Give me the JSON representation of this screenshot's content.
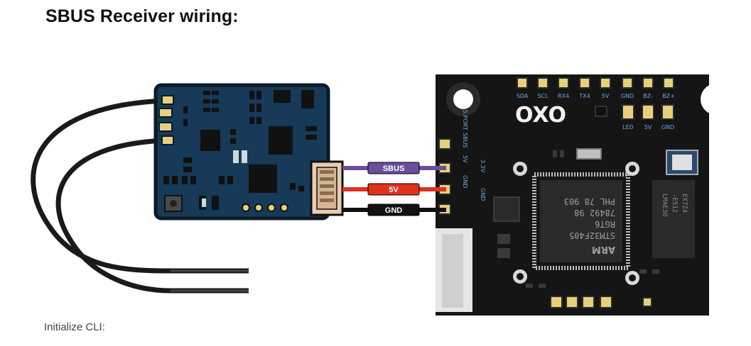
{
  "page": {
    "heading": "SBUS Receiver wiring:",
    "caption": "Initialize CLI:"
  },
  "wires": [
    {
      "label": "SBUS",
      "color": "#6b4e9b"
    },
    {
      "label": "5V",
      "color": "#e0301e"
    },
    {
      "label": "GND",
      "color": "#111111"
    }
  ],
  "flight_controller": {
    "top_pads": [
      "SDA",
      "SCL",
      "RX4",
      "TX4",
      "5V",
      "GND",
      "BZ-",
      "BZ+"
    ],
    "led_pads": [
      "LED",
      "5V",
      "GND"
    ],
    "side_pads": [
      "SBUS",
      "5V",
      "GND"
    ],
    "side_labels": [
      "S.PORT",
      "3.3V",
      "GND"
    ],
    "chip_lines": [
      "STM32F405",
      "RGT6",
      "78492 98",
      "PHL 78 903"
    ],
    "chip_brand": "ARM",
    "logo": "OXO",
    "small_chip_lines": [
      "EX7Z4",
      "-E512",
      "LMAE3O"
    ]
  },
  "colors": {
    "receiver_board": "#163a58",
    "receiver_outline": "#0a1a26",
    "fc_board": "#151515",
    "pad_gold": "#e8cf7e",
    "silkscreen": "#ffffff",
    "fc_label": "#6fa8dc",
    "connector": "#e8cdb0",
    "antenna": "#1a1a1a"
  }
}
